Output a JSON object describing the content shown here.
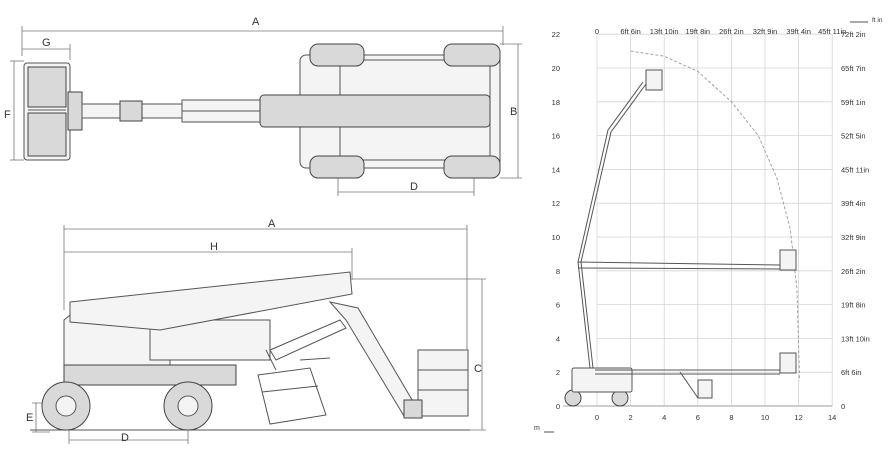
{
  "top_view": {
    "dim_labels": {
      "A": "A",
      "G": "G",
      "F": "F",
      "B": "B",
      "D": "D"
    }
  },
  "side_view": {
    "dim_labels": {
      "A": "A",
      "H": "H",
      "C": "C",
      "E": "E",
      "D": "D"
    }
  },
  "chart_data": {
    "type": "diagram",
    "title": "",
    "x_ticks_m": [
      "0",
      "2",
      "4",
      "6",
      "8",
      "10",
      "12",
      "14"
    ],
    "y_ticks_m": [
      "0",
      "2",
      "4",
      "6",
      "8",
      "10",
      "12",
      "14",
      "16",
      "18",
      "20",
      "22"
    ],
    "x_ticks_ft": [
      "0",
      "6ft 6in",
      "13ft 10in",
      "19ft 8in",
      "26ft 2in",
      "32ft 9in",
      "39ft 4in",
      "45ft 11in"
    ],
    "y_ticks_ft": [
      "0",
      "6ft 6in",
      "13ft 10in",
      "19ft 8in",
      "26ft 2in",
      "32ft 9in",
      "39ft 4in",
      "45ft 11in",
      "52ft 5in",
      "59ft 1in",
      "65ft 7in",
      "72ft 2in"
    ],
    "unit_metric": "m",
    "unit_imperial": "ft in",
    "xlim": [
      -2,
      14
    ],
    "ylim": [
      0,
      22
    ],
    "envelope": [
      [
        2,
        21
      ],
      [
        4,
        20.7
      ],
      [
        6,
        19.8
      ],
      [
        8,
        18
      ],
      [
        9.6,
        16
      ],
      [
        10.7,
        13.5
      ],
      [
        11.5,
        10.5
      ],
      [
        11.9,
        7
      ],
      [
        12.05,
        2
      ],
      [
        12.05,
        1.5
      ]
    ]
  }
}
